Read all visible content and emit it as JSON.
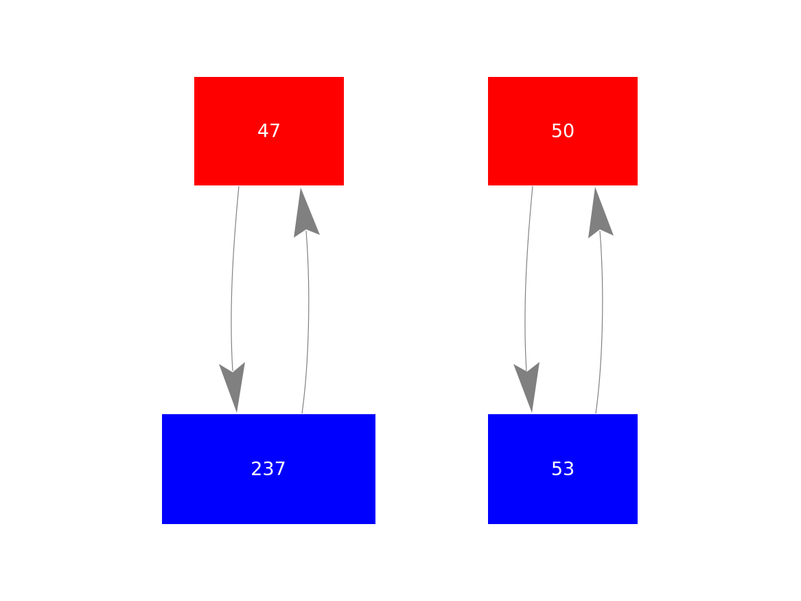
{
  "diagram": {
    "background": "#ffffff",
    "colors": {
      "red_node": "#ff0000",
      "blue_node": "#0000ff",
      "edge": "#808080",
      "label": "#ffffff"
    },
    "nodes": [
      {
        "id": "top-left",
        "label": "47",
        "fill": "#ff0000"
      },
      {
        "id": "bottom-left",
        "label": "237",
        "fill": "#0000ff"
      },
      {
        "id": "top-right",
        "label": "50",
        "fill": "#ff0000"
      },
      {
        "id": "bottom-right",
        "label": "53",
        "fill": "#0000ff"
      }
    ],
    "edges": [
      {
        "from": "top-left",
        "to": "bottom-left",
        "direction": "down"
      },
      {
        "from": "bottom-left",
        "to": "top-left",
        "direction": "up"
      },
      {
        "from": "top-right",
        "to": "bottom-right",
        "direction": "down"
      },
      {
        "from": "bottom-right",
        "to": "top-right",
        "direction": "up"
      }
    ]
  }
}
